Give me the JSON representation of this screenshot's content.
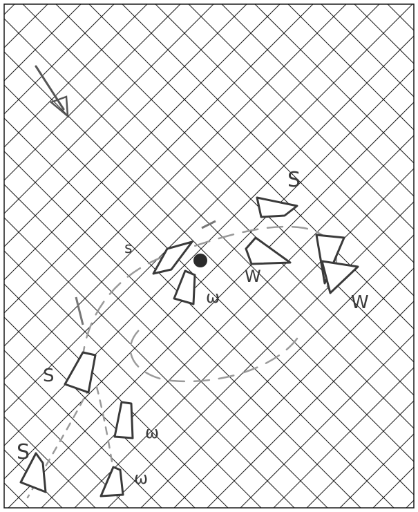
{
  "diagram": {
    "grid": "diagonal",
    "labels": {
      "s_top_right": "S",
      "s_center_left": "s",
      "s_mid_left": "S",
      "s_bottom_left": "S",
      "w_center": "ω",
      "w_right_mid": "W",
      "w_far_right": "W",
      "w_lower_1": "ω",
      "w_lower_2": "ω"
    },
    "colors": {
      "ink": "#3a3a3a",
      "grid": "#1a1a1a",
      "dash": "#9a9a9a"
    }
  }
}
